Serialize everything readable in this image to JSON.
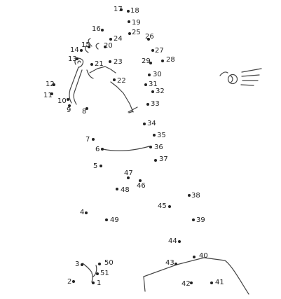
{
  "colors": {
    "ink": "#222222",
    "line": "#444444",
    "background": "#ffffff"
  },
  "dots": [
    {
      "n": "1"
    },
    {
      "n": "2"
    },
    {
      "n": "3"
    },
    {
      "n": "4"
    },
    {
      "n": "5"
    },
    {
      "n": "6"
    },
    {
      "n": "7"
    },
    {
      "n": "8"
    },
    {
      "n": "9"
    },
    {
      "n": "10"
    },
    {
      "n": "11"
    },
    {
      "n": "12"
    },
    {
      "n": "13"
    },
    {
      "n": "14"
    },
    {
      "n": "15"
    },
    {
      "n": "16"
    },
    {
      "n": "17"
    },
    {
      "n": "18"
    },
    {
      "n": "19"
    },
    {
      "n": "20"
    },
    {
      "n": "21"
    },
    {
      "n": "22"
    },
    {
      "n": "23"
    },
    {
      "n": "24"
    },
    {
      "n": "25"
    },
    {
      "n": "26"
    },
    {
      "n": "27"
    },
    {
      "n": "28"
    },
    {
      "n": "29"
    },
    {
      "n": "30"
    },
    {
      "n": "31"
    },
    {
      "n": "32"
    },
    {
      "n": "33"
    },
    {
      "n": "34"
    },
    {
      "n": "35"
    },
    {
      "n": "36"
    },
    {
      "n": "37"
    },
    {
      "n": "38"
    },
    {
      "n": "39"
    },
    {
      "n": "40"
    },
    {
      "n": "41"
    },
    {
      "n": "42"
    },
    {
      "n": "43"
    },
    {
      "n": "44"
    },
    {
      "n": "45"
    },
    {
      "n": "46"
    },
    {
      "n": "47"
    },
    {
      "n": "48"
    },
    {
      "n": "49"
    },
    {
      "n": "50"
    },
    {
      "n": "51"
    }
  ]
}
